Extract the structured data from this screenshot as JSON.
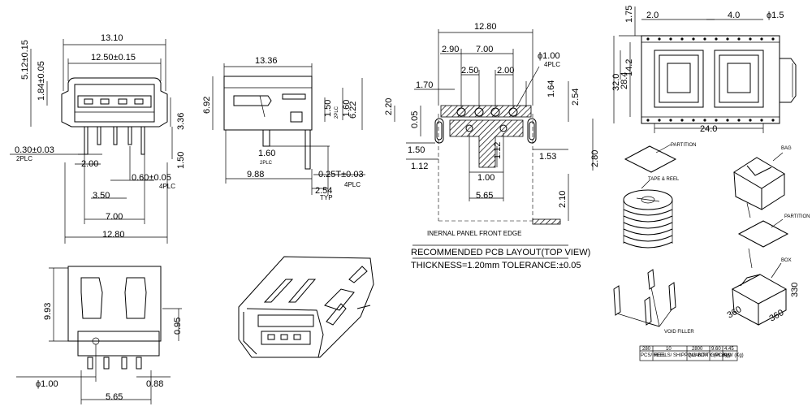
{
  "front_view": {
    "dims": [
      "13.10",
      "12.50±0.15",
      "5.12±0.15",
      "1.84±0.05",
      "3.36",
      "0.30±0.03",
      "1.50",
      "2.00",
      "0.60±0.05",
      "3.50",
      "7.00",
      "12.80"
    ],
    "notes": [
      "2PLC",
      "4PLC"
    ]
  },
  "side_view": {
    "dims": [
      "13.36",
      "6.92",
      "1.50",
      "1.60",
      "6.22",
      "1.60",
      "9.88",
      "0.25T±0.03",
      "2.54"
    ],
    "notes": [
      "2PLC",
      "2PLC",
      "4PLC",
      "TYP"
    ]
  },
  "rear_view": {
    "dims": [
      "9.93",
      "0.95",
      "ϕ1.00",
      "0.88",
      "5.65"
    ]
  },
  "pcb_layout": {
    "dims": [
      "12.80",
      "2.90",
      "7.00",
      "ϕ1.00",
      "2.50",
      "2.00",
      "1.70",
      "1.64",
      "2.54",
      "2.20",
      "0.05",
      "1.50",
      "1.12",
      "1.53",
      "1.12",
      "1.00",
      "5.65",
      "2.80",
      "2.10"
    ],
    "notes": [
      "4PLC"
    ],
    "panel_label": "INERNAL PANEL FRONT EDGE",
    "title": "RECOMMENDED PCB LAYOUT(TOP VIEW)",
    "subtitle": "THICKNESS=1.20mm TOLERANCE:±0.05"
  },
  "tape": {
    "dims": [
      "1.75",
      "2.0",
      "4.0",
      "ϕ1.5",
      "14.2",
      "32.0",
      "28.4",
      "24.0"
    ]
  },
  "packaging": {
    "labels": [
      "PARTITION",
      "BAG",
      "TAPE & REEL",
      "PARTITION",
      "BOX",
      "VOID FILLER"
    ],
    "box_dims": [
      "330",
      "360",
      "360"
    ],
    "table": {
      "row1": [
        "280",
        "10",
        "2800",
        "9.60",
        "4.45"
      ],
      "row2": [
        "PCS/ REEL",
        "REELS/ SHIPPING BOX",
        "QUANTITY (PCS)",
        "G/W (Kg)",
        "N/W (Kg)"
      ]
    }
  }
}
